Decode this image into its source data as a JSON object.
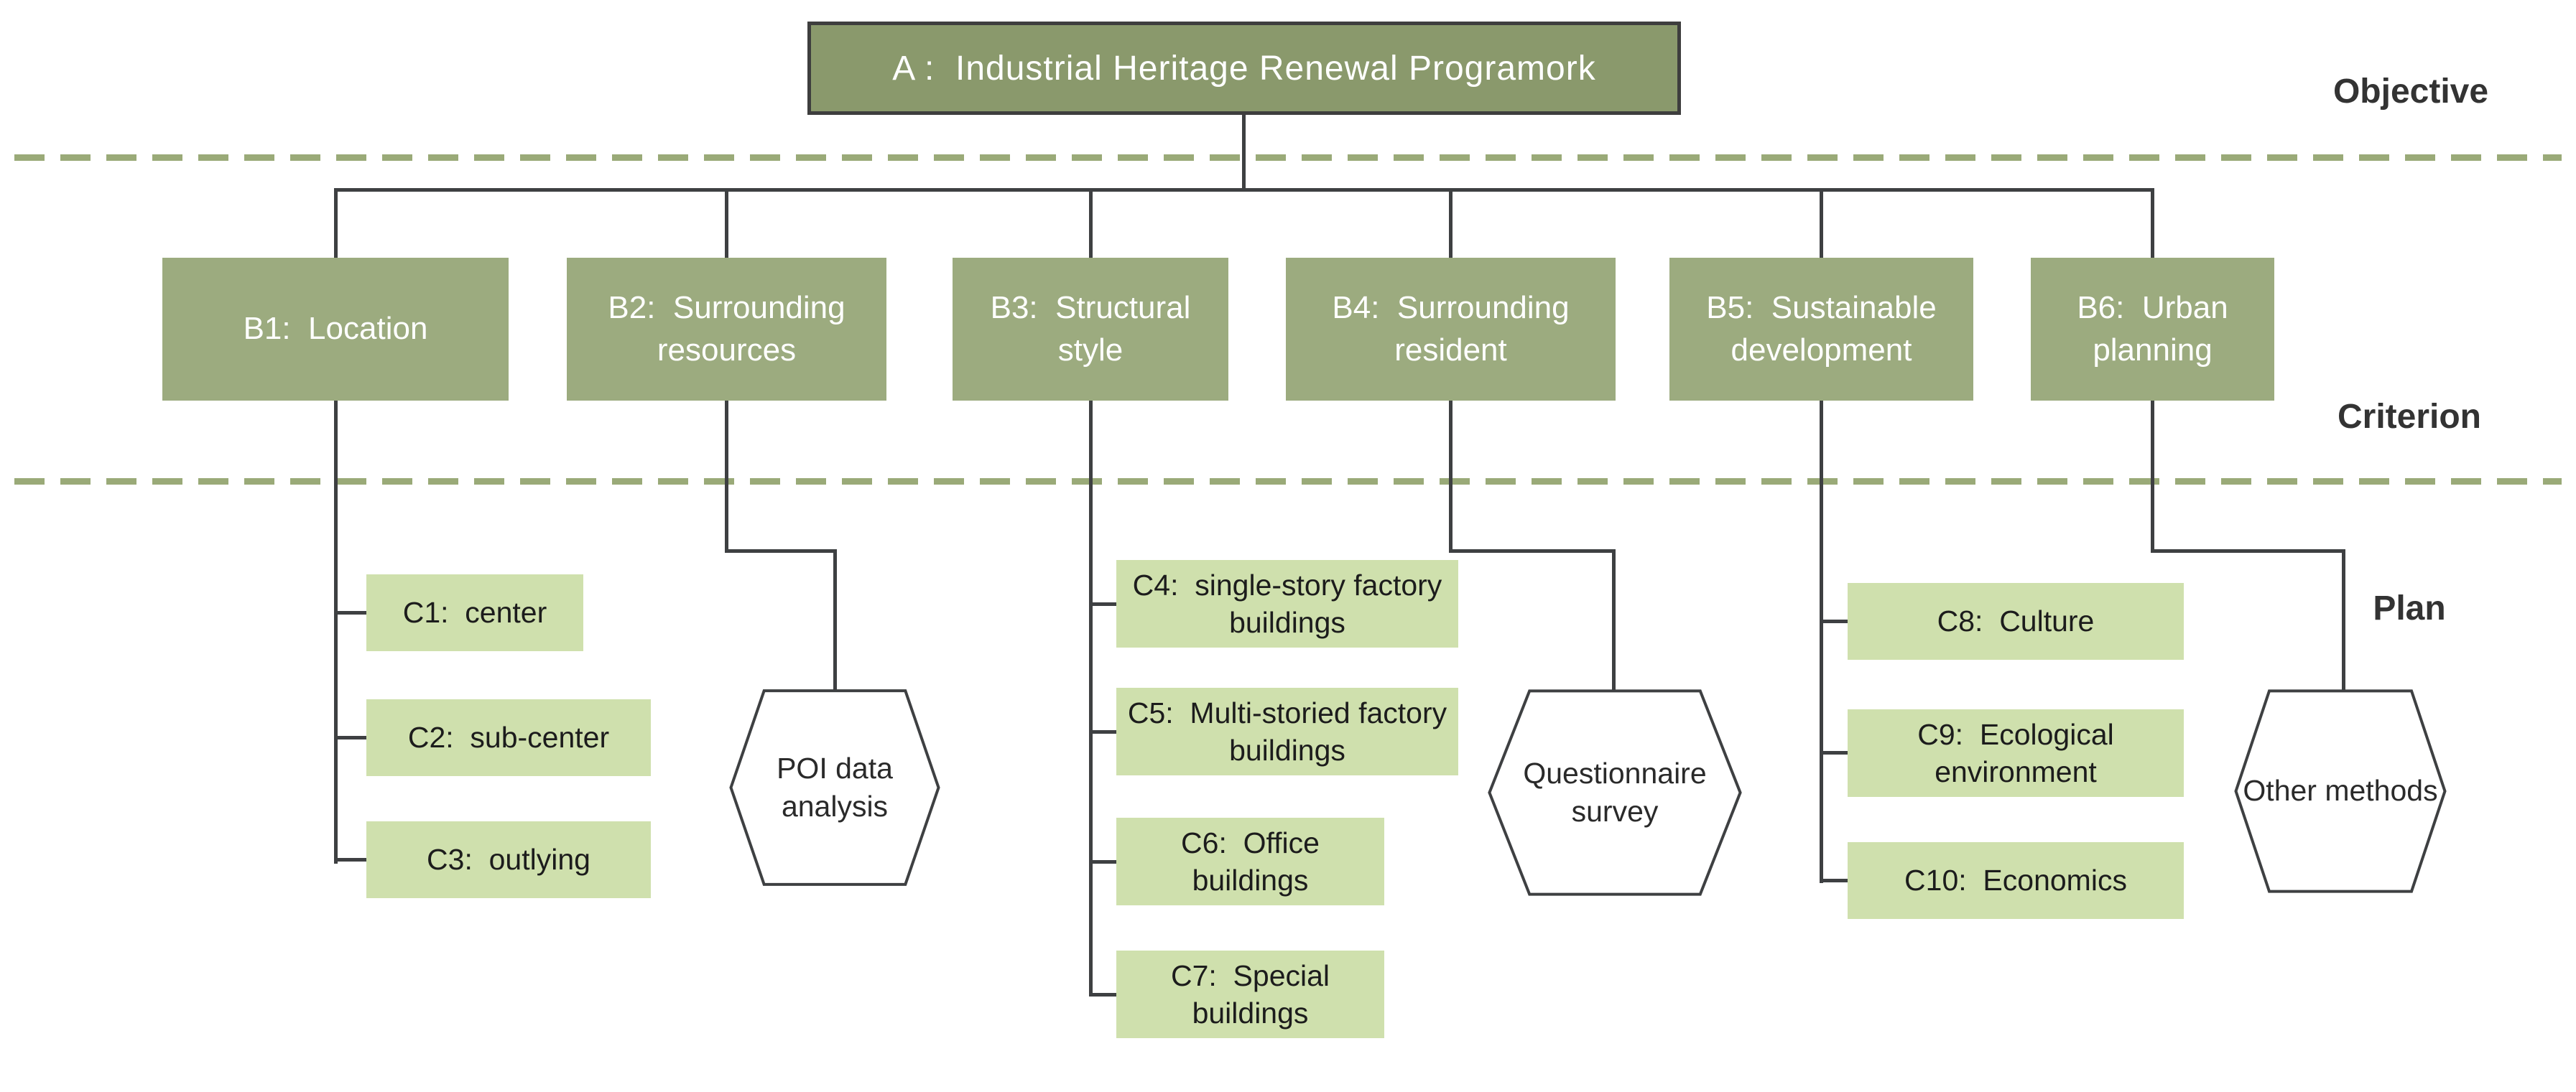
{
  "objective": {
    "label": "A :  Industrial Heritage Renewal Programork"
  },
  "section_labels": {
    "objective": "Objective",
    "criterion": "Criterion",
    "plan": "Plan"
  },
  "criteria": [
    {
      "label": "B1:  Location"
    },
    {
      "label": "B2:  Surrounding resources"
    },
    {
      "label": "B3:  Structural style"
    },
    {
      "label": "B4:  Surrounding resident"
    },
    {
      "label": "B5:  Sustainable development"
    },
    {
      "label": "B6:  Urban planning"
    }
  ],
  "plans": {
    "location": [
      "C1:  center",
      "C2:  sub-center",
      "C3:  outlying"
    ],
    "structural": [
      "C4:  single-story factory buildings",
      "C5:  Multi-storied factory buildings",
      "C6:  Office buildings",
      "C7:  Special buildings"
    ],
    "sustainable": [
      "C8:  Culture",
      "C9:  Ecological environment",
      "C10:  Economics"
    ]
  },
  "methods": [
    "POI data analysis",
    "Questionnaire survey",
    "Other methods"
  ],
  "colors": {
    "objective_fill": "#8a996c",
    "criterion_fill": "#9cab7f",
    "plan_fill": "#cfe0ad",
    "connector": "#3e4042",
    "dashed_divider": "#9aaa78"
  }
}
